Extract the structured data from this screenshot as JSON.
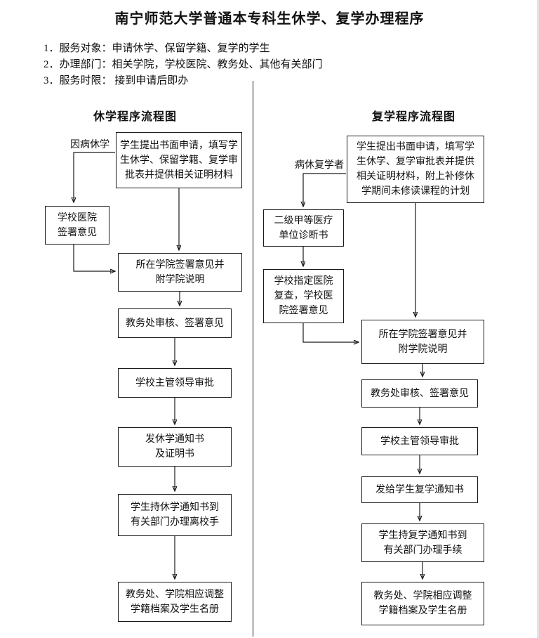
{
  "page": {
    "title": "南宁师范大学普通本专科生休学、复学办理程序",
    "info_items": [
      "1．服务对象：申请休学、保留学籍、复学的学生",
      "2．办理部门：相关学院，学校医院、教务处、其他有关部门",
      "3．服务时限： 接到申请后即办"
    ]
  },
  "left_chart": {
    "title": "休学程序流程图",
    "branch_label": "因病休学",
    "boxes": [
      {
        "id": "apply",
        "text": "学生提出书面申请，填写学\n生休学、保留学籍、复学审\n批表并提供相关证明材料"
      },
      {
        "id": "school-hospital",
        "text": "学校医院\n签署意见"
      },
      {
        "id": "college-sign",
        "text": "所在学院签署意见并\n附学院说明"
      },
      {
        "id": "academic-review",
        "text": "教务处审核、签署意见"
      },
      {
        "id": "leader-approve",
        "text": "学校主管领导审批"
      },
      {
        "id": "issue-notice",
        "text": "发休学通知书\n及证明书"
      },
      {
        "id": "leave-procedures",
        "text": "学生持休学通知书到\n有关部门办理离校手"
      },
      {
        "id": "adjust-records",
        "text": "教务处、学院相应调整\n学籍档案及学生名册"
      }
    ]
  },
  "right_chart": {
    "title": "复学程序流程图",
    "branch_label": "病休复学者",
    "boxes": [
      {
        "id": "apply",
        "text": "学生提出书面申请，填写学\n生休学、复学审批表并提供\n相关证明材料，附上补修休\n学期间未修读课程的计划"
      },
      {
        "id": "diagnosis",
        "text": "二级甲等医疗\n单位诊断书"
      },
      {
        "id": "hospital-recheck",
        "text": "学校指定医院\n复查，学校医\n院签署意见"
      },
      {
        "id": "college-sign",
        "text": "所在学院签署意见并\n附学院说明"
      },
      {
        "id": "academic-review",
        "text": "教务处审核、签署意见"
      },
      {
        "id": "leader-approve",
        "text": "学校主管领导审批"
      },
      {
        "id": "resume-notice",
        "text": "发给学生复学通知书"
      },
      {
        "id": "resume-procedures",
        "text": "学生持复学通知书到\n有关部门办理手续"
      },
      {
        "id": "adjust-records",
        "text": "教务处、学院相应调整\n学籍档案及学生名册"
      }
    ]
  }
}
